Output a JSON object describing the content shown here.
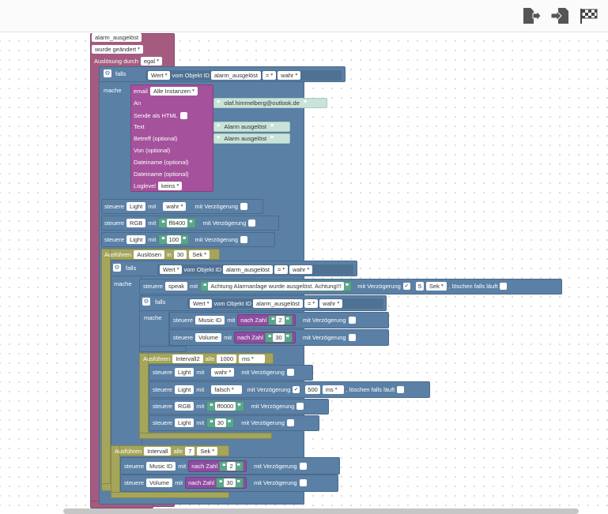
{
  "toolbar": {
    "icons": [
      "export-icon",
      "import-icon",
      "run-flag-icon"
    ]
  },
  "trigger": {
    "item1": "alarm_ausgelöst",
    "item2": "wurde geändert",
    "label": "Auslösung durch",
    "value": "egal"
  },
  "if1": {
    "falls": "falls",
    "mache": "mache",
    "prop": "Wert",
    "from": "vom Objekt ID",
    "obj": "alarm_ausgelöst",
    "op": "=",
    "val": "wahr"
  },
  "email": {
    "title": "email",
    "instance": "Alle Instanzen",
    "an": "An",
    "to": "olaf.himmelberg@outlook.de",
    "html": "Sende als HTML",
    "text": "Text",
    "text_val": "Alarm ausgelöst",
    "subject": "Betreff (optional)",
    "subject_val": "Alarm ausgelöst",
    "from": "Von (optional)",
    "file1": "Dateiname (optional)",
    "file2": "Dateiname (optional)",
    "loglevel": "Loglevel",
    "loglevel_val": "keins"
  },
  "ctrl": {
    "steuere": "steuere",
    "mit": "mit",
    "delay": "mit Verzögerung",
    "light": "Light",
    "rgb": "RGB",
    "wahr": "wahr",
    "falsch": "falsch",
    "rgb1": "ff8400",
    "num100": "100",
    "rgb2": "ff0000",
    "num30": "30",
    "clear": ", löschen falls läuft",
    "musicid": "Music ID",
    "volume": "Volume",
    "nach_zahl": "nach Zahl",
    "num2": "2"
  },
  "timeout": {
    "label": "Ausführen",
    "name": "Auslösen",
    "in": "in",
    "n": "30",
    "unit": "Sek"
  },
  "if2": {
    "falls": "falls",
    "mache": "mache",
    "prop": "Wert",
    "from": "vom Objekt ID",
    "obj": "alarm_ausgelöst",
    "op": "=",
    "val": "wahr"
  },
  "speak": {
    "target": "speak",
    "text": "Achtung Alarmanlage wurde ausgelöst. Achtung!!!",
    "delay_n": "5",
    "unit": "Sek"
  },
  "interval2": {
    "label": "Ausführen",
    "name": "Intervall2",
    "alle": "alle",
    "n": "1000",
    "unit": "ms",
    "delay_n": "500",
    "delay_unit": "ms"
  },
  "interval": {
    "label": "Ausführen",
    "name": "Intervall",
    "alle": "alle",
    "n": "7",
    "unit": "Sek"
  }
}
